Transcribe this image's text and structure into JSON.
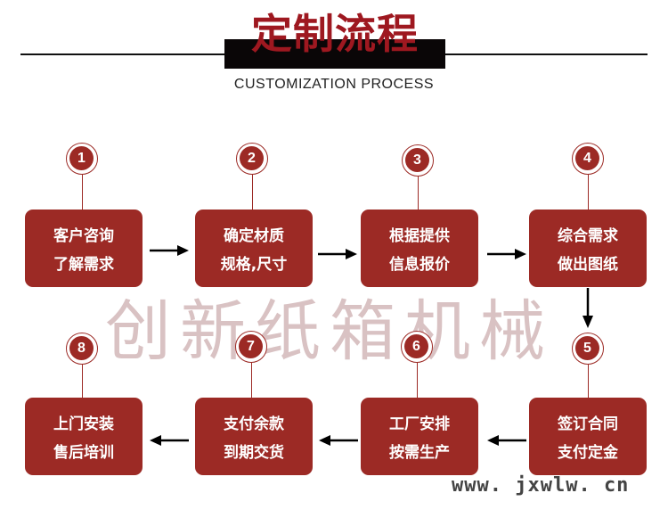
{
  "header": {
    "title": "定制流程",
    "subtitle": "CUSTOMIZATION PROCESS"
  },
  "watermark": "创新纸箱机械",
  "website": "www. jxwlw. cn",
  "colors": {
    "box": "#9c2a25",
    "title": "#9e1820",
    "title_bar": "#0a0607",
    "watermark": "#d9c2c3"
  },
  "steps": [
    {
      "number": "1",
      "line1": "客户咨询",
      "line2": "了解需求"
    },
    {
      "number": "2",
      "line1": "确定材质",
      "line2": "规格,尺寸"
    },
    {
      "number": "3",
      "line1": "根据提供",
      "line2": "信息报价"
    },
    {
      "number": "4",
      "line1": "综合需求",
      "line2": "做出图纸"
    },
    {
      "number": "5",
      "line1": "签订合同",
      "line2": "支付定金"
    },
    {
      "number": "6",
      "line1": "工厂安排",
      "line2": "按需生产"
    },
    {
      "number": "7",
      "line1": "支付余款",
      "line2": "到期交货"
    },
    {
      "number": "8",
      "line1": "上门安装",
      "line2": "售后培训"
    }
  ],
  "flow": [
    {
      "from": "1",
      "to": "2",
      "direction": "right"
    },
    {
      "from": "2",
      "to": "3",
      "direction": "right"
    },
    {
      "from": "3",
      "to": "4",
      "direction": "right"
    },
    {
      "from": "4",
      "to": "5",
      "direction": "down"
    },
    {
      "from": "5",
      "to": "6",
      "direction": "left"
    },
    {
      "from": "6",
      "to": "7",
      "direction": "left"
    },
    {
      "from": "7",
      "to": "8",
      "direction": "left"
    }
  ]
}
